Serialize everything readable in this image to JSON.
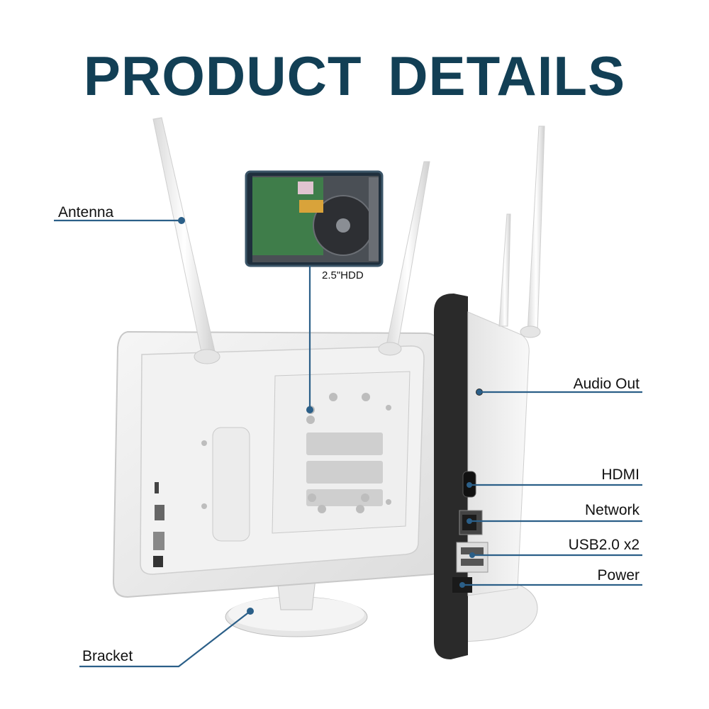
{
  "title": "PRODUCT DETAILS",
  "labels": {
    "antenna": "Antenna",
    "hdd": "2.5\"HDD",
    "audio_out": "Audio Out",
    "hdmi": "HDMI",
    "network": "Network",
    "usb": "USB2.0 x2",
    "power": "Power",
    "bracket": "Bracket"
  },
  "colors": {
    "title": "#123f55",
    "callout_line": "#2b5f88",
    "device_body": "#eeeeee",
    "screen_edge": "#2a2a2a"
  }
}
